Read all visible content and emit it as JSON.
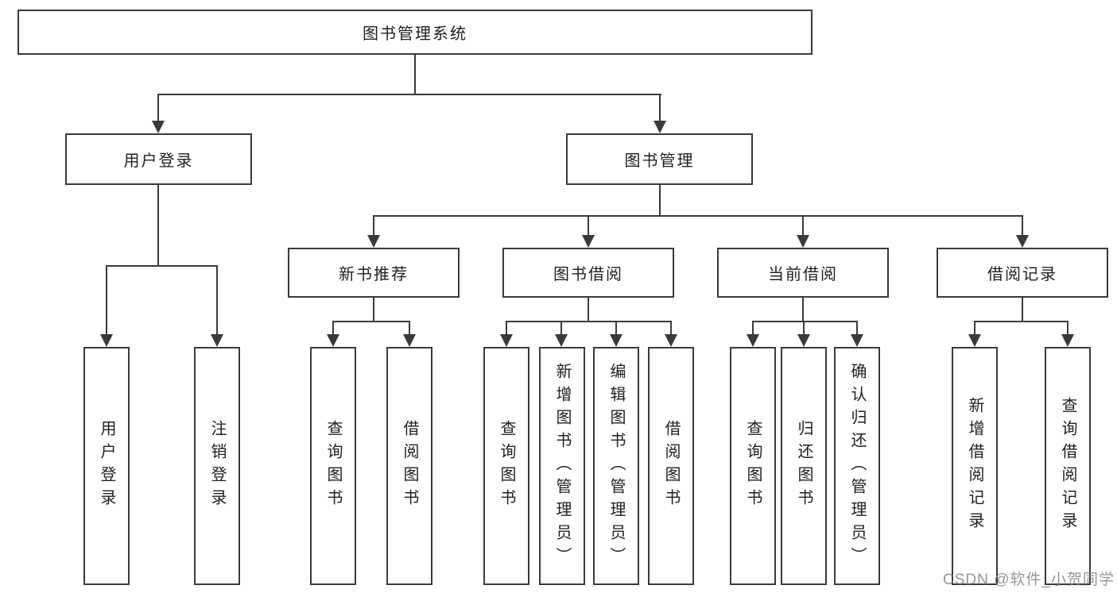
{
  "diagram": {
    "root": {
      "label": "图书管理系统"
    },
    "branches": [
      {
        "label": "用户登录",
        "children": [
          {
            "label": "用户登录"
          },
          {
            "label": "注销登录"
          }
        ]
      },
      {
        "label": "图书管理",
        "children": [
          {
            "label": "新书推荐",
            "children": [
              {
                "label": "查询图书"
              },
              {
                "label": "借阅图书"
              }
            ]
          },
          {
            "label": "图书借阅",
            "children": [
              {
                "label": "查询图书"
              },
              {
                "label": "新增图书（管理员）"
              },
              {
                "label": "编辑图书（管理员）"
              },
              {
                "label": "借阅图书"
              }
            ]
          },
          {
            "label": "当前借阅",
            "children": [
              {
                "label": "查询图书"
              },
              {
                "label": "归还图书"
              },
              {
                "label": "确认归还（管理员）"
              }
            ]
          },
          {
            "label": "借阅记录",
            "children": [
              {
                "label": "新增借阅记录"
              },
              {
                "label": "查询借阅记录"
              }
            ]
          }
        ]
      }
    ],
    "watermark": "CSDN @软件_小贺同学",
    "colors": {
      "line": "#3a3a3a",
      "text": "#1f1f1f",
      "watermark": "#808186",
      "background": "#ffffff"
    }
  }
}
